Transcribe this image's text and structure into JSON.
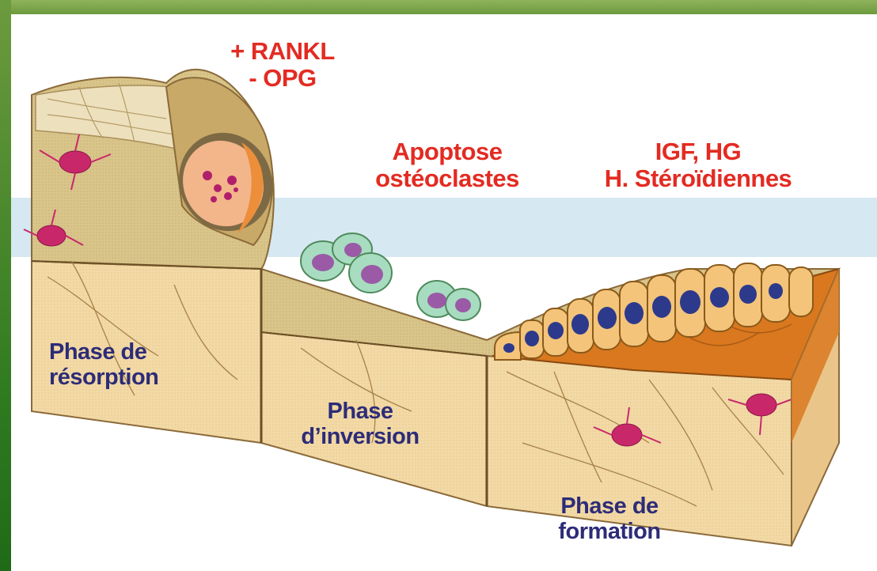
{
  "colors": {
    "frame": "#6d9a3e",
    "band": "#d6e8f1",
    "bone": "#f2d9a6",
    "label_red": "#e32b22",
    "label_navy": "#2d2c78"
  },
  "labels": {
    "rankl_line1": "+ RANKL",
    "rankl_line2": "- OPG",
    "apoptose_line1": "Apoptose",
    "apoptose_line2": "ostéoclastes",
    "igf_line1": "IGF, HG",
    "igf_line2": "H. Stéroïdiennes",
    "resorption_line1": "Phase de",
    "resorption_line2": "résorption",
    "inversion_line1": "Phase",
    "inversion_line2": "d’inversion",
    "formation_line1": "Phase de",
    "formation_line2": "formation"
  }
}
